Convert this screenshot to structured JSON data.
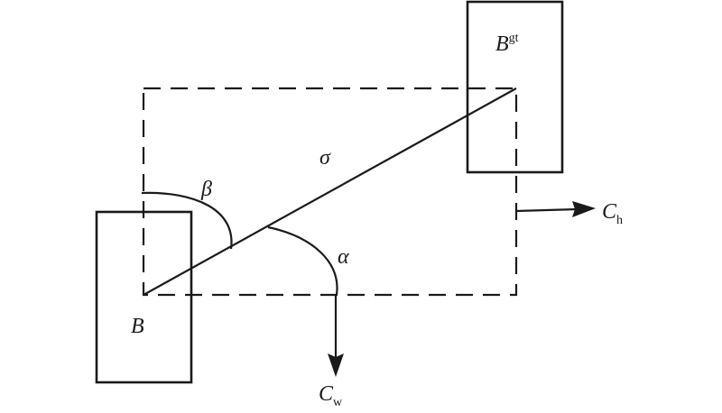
{
  "labels": {
    "box_b": "B",
    "box_gt_base": "B",
    "box_gt_sup": "gt",
    "sigma": "σ",
    "alpha": "α",
    "beta": "β",
    "ch_base": "C",
    "ch_sub": "h",
    "cw_base": "C",
    "cw_sub": "w"
  },
  "colors": {
    "stroke": "#1a1a1a",
    "background": "#ffffff"
  }
}
